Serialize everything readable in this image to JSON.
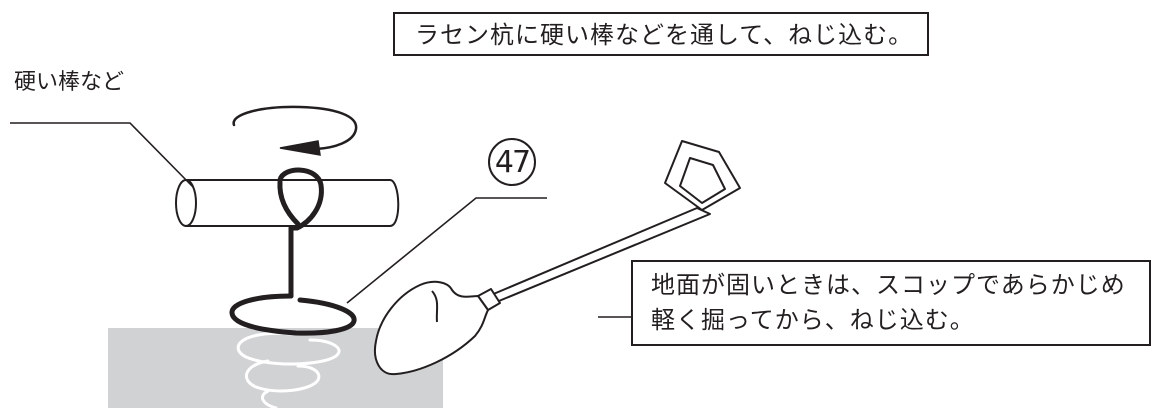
{
  "top_note": "ラセン杭に硬い棒などを通して、ねじ込む。",
  "rod_label": "硬い棒など",
  "part_number": "47",
  "hard_ground_note": {
    "line1": "地面が固いときは、スコップであらかじめ",
    "line2": "軽く掘ってから、ねじ込む。"
  },
  "colors": {
    "ink": "#231f20",
    "ground": "#d1d2d4"
  },
  "icons": [
    "rotation-arrow-icon",
    "rod-icon",
    "spiral-stake-icon",
    "shovel-icon"
  ]
}
